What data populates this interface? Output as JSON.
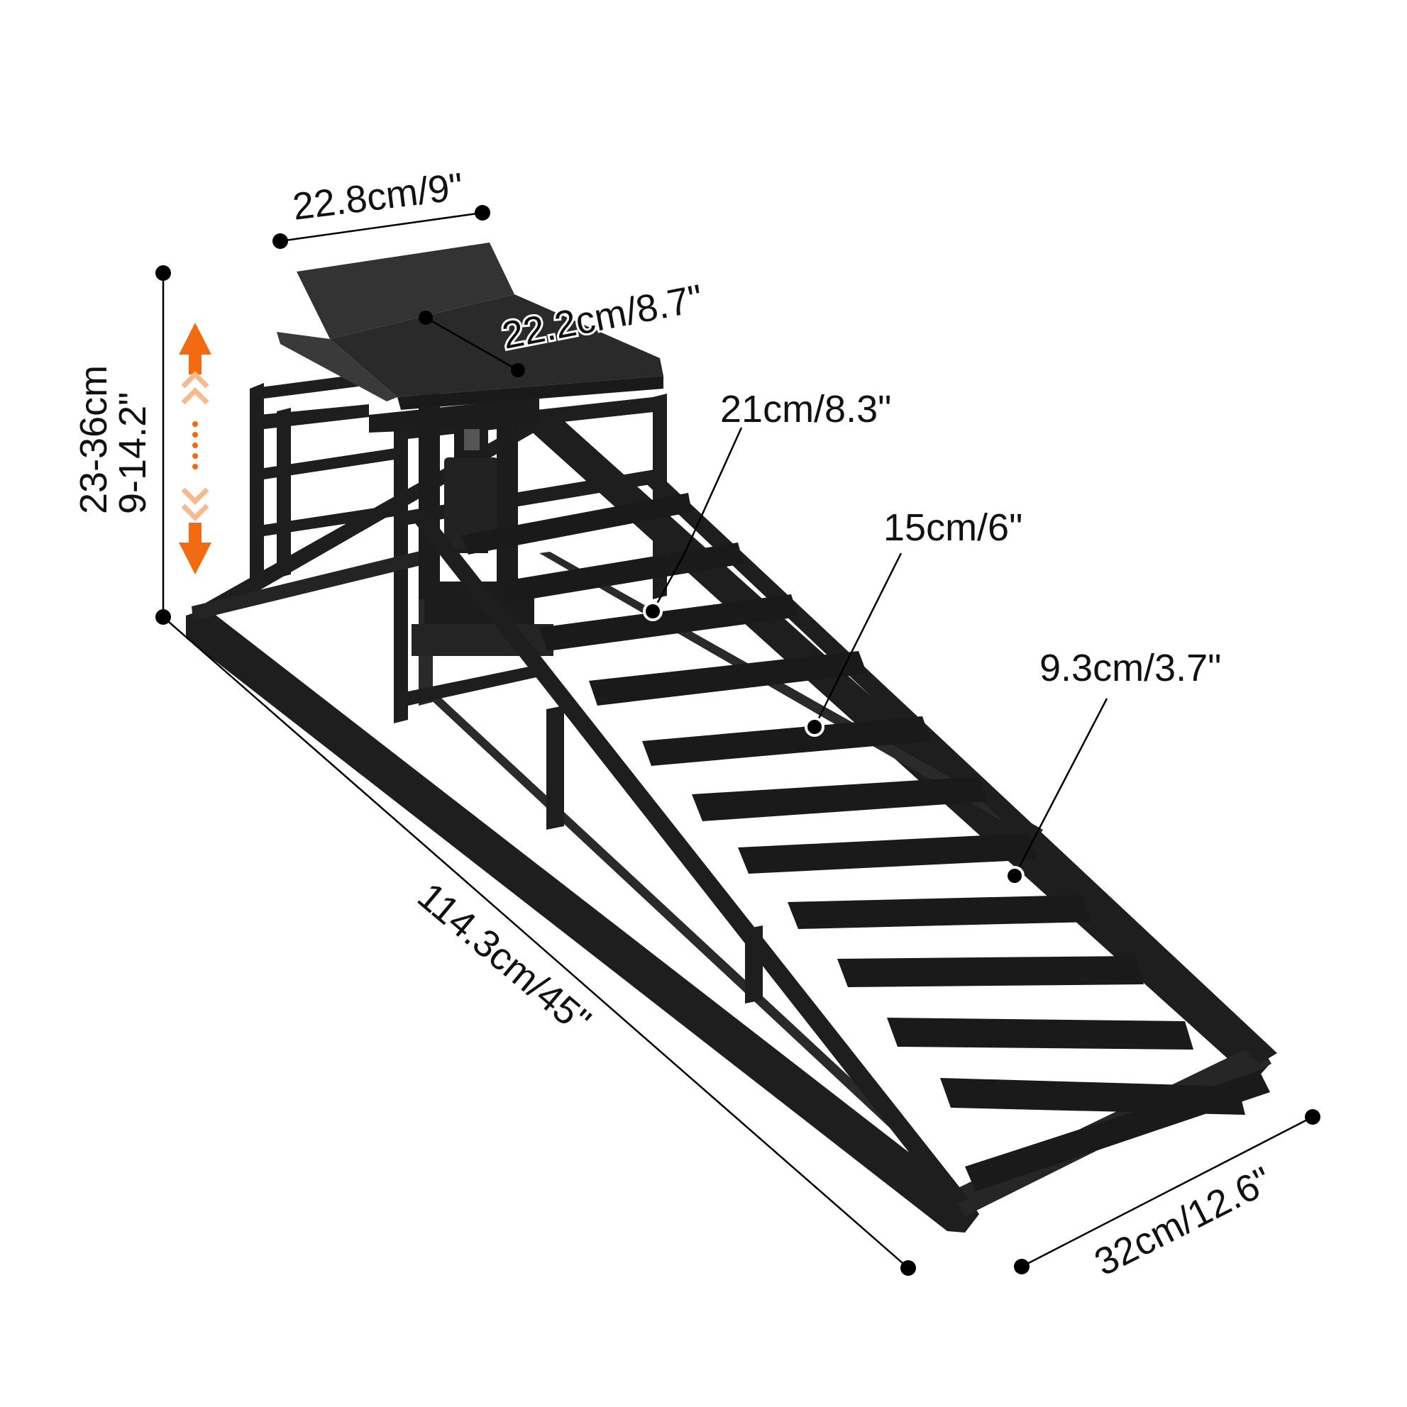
{
  "colors": {
    "background": "#ffffff",
    "ramp": "#1e1e1e",
    "ramp_edge": "#3a3a3a",
    "lines": "#000000",
    "arrow_orange": "#f26b10",
    "arrow_light": "#f7b98e"
  },
  "dimensions": {
    "plate_length": "22.8cm/9\"",
    "plate_width": "22.2cm/8.7\"",
    "height_cm": "23-36cm",
    "height_in": "9-14.2\"",
    "rung_gap_top": "21cm/8.3\"",
    "rung_gap_mid": "15cm/6\"",
    "rung_gap_bottom": "9.3cm/3.7\"",
    "total_length": "114.3cm/45\"",
    "total_width": "32cm/12.6\""
  },
  "icons": {
    "height_arrow": "double-arrow-icon"
  }
}
